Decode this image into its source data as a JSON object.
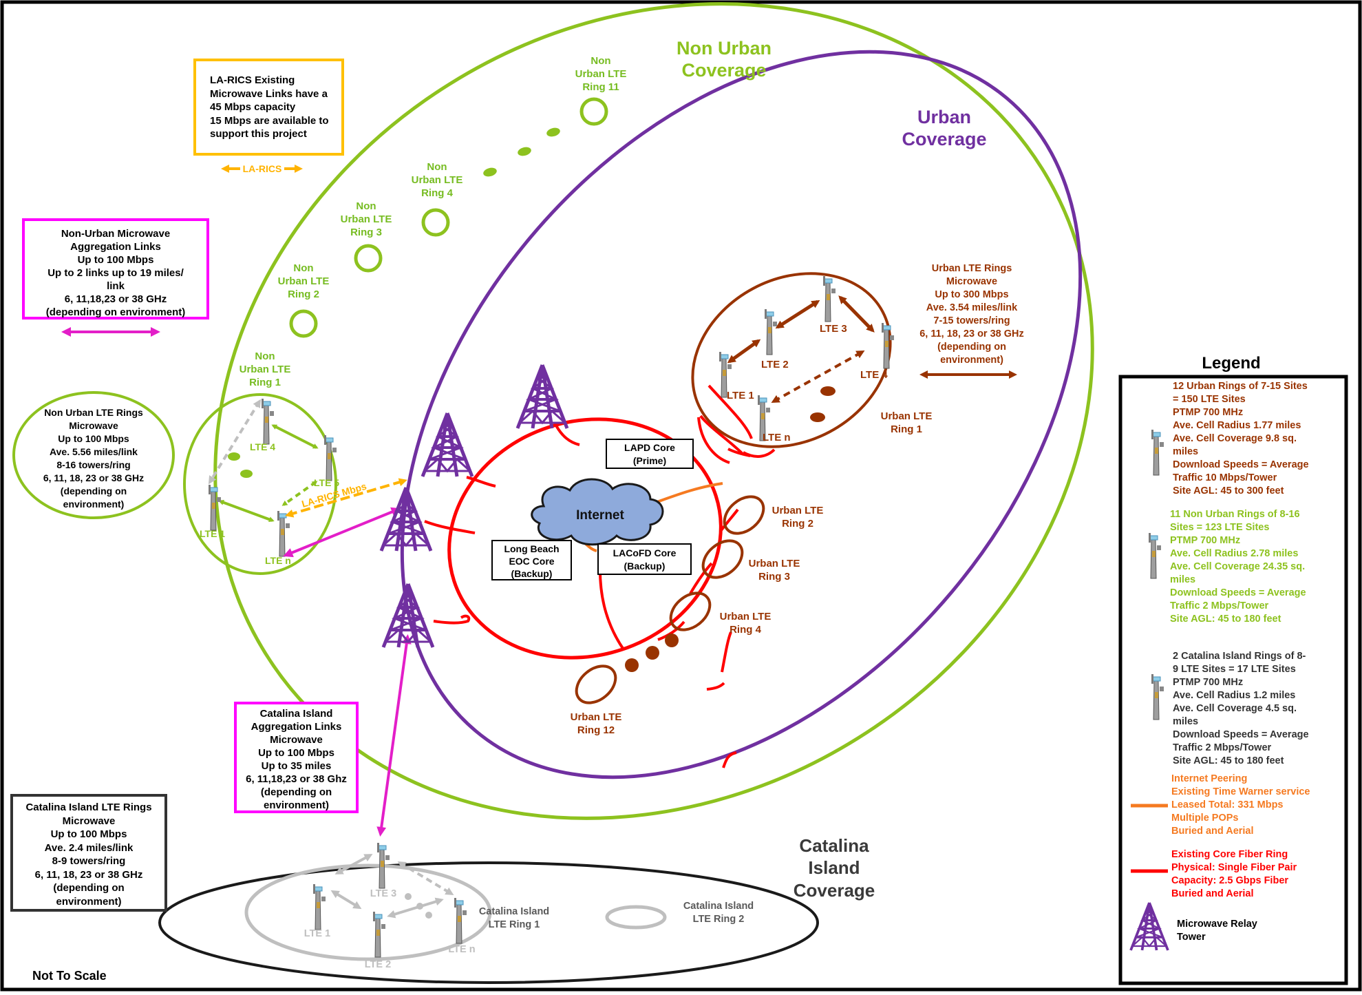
{
  "frame": {
    "not_to_scale": "Not To Scale"
  },
  "colors": {
    "non_urban_green": "#8dc21f",
    "urban_purple": "#7030a0",
    "urban_brown": "#993300",
    "catalina_grey": "#bfbfbf",
    "core_red": "#ff0000",
    "peering_orange": "#f57a21",
    "larics_orange": "#ffb300",
    "magenta": "#e31ec8",
    "non_urban_text": "#76bc21"
  },
  "zones": {
    "non_urban_title_1": "Non Urban",
    "non_urban_title_2": "Coverage",
    "urban_title_1": "Urban",
    "urban_title_2": "Coverage",
    "catalina_title_1": "Catalina",
    "catalina_title_2": "Island",
    "catalina_title_3": "Coverage"
  },
  "non_urban_rings": [
    {
      "l1": "Non",
      "l2": "Urban LTE",
      "l3": "Ring 11"
    },
    {
      "l1": "Non",
      "l2": "Urban LTE",
      "l3": "Ring 4"
    },
    {
      "l1": "Non",
      "l2": "Urban LTE",
      "l3": "Ring 3"
    },
    {
      "l1": "Non",
      "l2": "Urban LTE",
      "l3": "Ring 2"
    },
    {
      "l1": "Non",
      "l2": "Urban LTE",
      "l3": "Ring 1"
    }
  ],
  "non_urban_ring1_sites": {
    "lte4": "LTE 4",
    "lte5": "LTE 5",
    "lte1": "LTE 1",
    "lten": "LTE n",
    "larics_mbps": "LA-RICS Mbps"
  },
  "urban_ring1_sites": {
    "lte1": "LTE 1",
    "lte2": "LTE 2",
    "lte3": "LTE 3",
    "lte4": "LTE 4",
    "lten": "LTE n"
  },
  "urban_rings": {
    "ring1": {
      "l1": "Urban LTE",
      "l2": "Ring 1"
    },
    "ring2": {
      "l1": "Urban LTE",
      "l2": "Ring 2"
    },
    "ring3": {
      "l1": "Urban LTE",
      "l2": "Ring 3"
    },
    "ring4": {
      "l1": "Urban LTE",
      "l2": "Ring 4"
    },
    "ring12": {
      "l1": "Urban LTE",
      "l2": "Ring 12"
    }
  },
  "urban_microwave": [
    "Urban LTE Rings",
    "Microwave",
    "Up to 300 Mbps",
    "Ave. 3.54 miles/link",
    "7-15 towers/ring",
    "6, 11, 18, 23 or 38 GHz",
    "(depending on",
    "environment)"
  ],
  "core": {
    "internet": "Internet",
    "lapd": [
      "LAPD Core",
      "(Prime)"
    ],
    "long_beach": [
      "Long Beach",
      "EOC Core",
      "(Backup)"
    ],
    "lacofd": [
      "LACoFD Core",
      "(Backup)"
    ]
  },
  "larics_box": [
    "LA-RICS Existing",
    "Microwave Links have a",
    "45 Mbps capacity",
    "15 Mbps are available to",
    "support this project"
  ],
  "larics_arrow_label": "LA-RICS",
  "non_urban_agg_box": [
    "Non-Urban Microwave",
    "Aggregation Links",
    "Up to 100 Mbps",
    "Up to 2 links up to 19 miles/",
    "link",
    "6, 11,18,23 or 38 GHz",
    "(depending on environment)"
  ],
  "non_urban_rings_circle": [
    "Non Urban LTE Rings",
    "Microwave",
    "Up to 100 Mbps",
    "Ave. 5.56 miles/link",
    "8-16 towers/ring",
    "6, 11, 18, 23 or 38 GHz",
    "(depending on",
    "environment)"
  ],
  "catalina_agg_box": [
    "Catalina Island",
    "Aggregation Links",
    "Microwave",
    "Up to 100 Mbps",
    "Up to 35 miles",
    "6, 11,18,23 or 38 Ghz",
    "(depending on",
    "environment)"
  ],
  "catalina_rings_box": [
    "Catalina Island LTE Rings",
    "Microwave",
    "Up to 100 Mbps",
    "Ave. 2.4 miles/link",
    "8-9 towers/ring",
    "6, 11, 18, 23 or 38 GHz",
    "(depending on",
    "environment)"
  ],
  "catalina_sites": {
    "lte1": "LTE 1",
    "lte2": "LTE 2",
    "lte3": "LTE 3",
    "lten": "LTE n",
    "ring1": [
      "Catalina Island",
      "LTE Ring 1"
    ],
    "ring2": [
      "Catalina Island",
      "LTE Ring 2"
    ]
  },
  "legend": {
    "title": "Legend",
    "urban": [
      "12 Urban Rings of 7-15 Sites",
      "= 150 LTE Sites",
      "PTMP 700 MHz",
      "Ave. Cell Radius 1.77 miles",
      "Ave. Cell Coverage 9.8 sq.",
      "miles",
      "Download Speeds = Average",
      "Traffic 10 Mbps/Tower",
      "Site AGL:  45 to 300 feet"
    ],
    "non_urban": [
      "11 Non Urban Rings of 8-16",
      "Sites = 123 LTE Sites",
      "PTMP 700 MHz",
      "Ave. Cell Radius 2.78 miles",
      "Ave. Cell Coverage 24.35 sq.",
      "miles",
      "Download Speeds = Average",
      "Traffic 2 Mbps/Tower",
      "Site AGL:  45 to 180 feet"
    ],
    "catalina": [
      "2 Catalina Island Rings of 8-",
      "9 LTE Sites = 17 LTE Sites",
      "PTMP 700 MHz",
      "Ave. Cell Radius 1.2 miles",
      "Ave. Cell Coverage 4.5 sq.",
      "miles",
      "Download Speeds = Average",
      "Traffic 2 Mbps/Tower",
      "Site AGL:  45 to 180 feet"
    ],
    "peering": [
      "Internet Peering",
      "Existing Time Warner service",
      "Leased Total:  331 Mbps",
      "Multiple POPs",
      "Buried and Aerial"
    ],
    "core_fiber": [
      "Existing Core Fiber Ring",
      "Physical: Single Fiber Pair",
      "Capacity:  2.5 Gbps Fiber",
      "Buried and Aerial"
    ],
    "relay": [
      "Microwave Relay",
      "Tower"
    ]
  }
}
